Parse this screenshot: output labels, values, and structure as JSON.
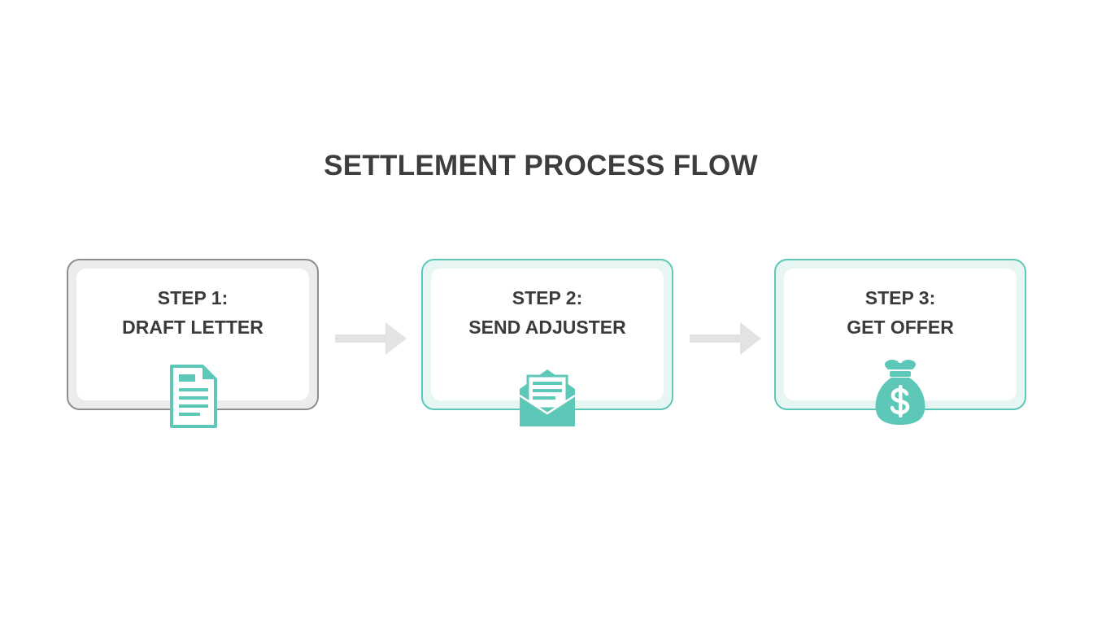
{
  "title": "SETTLEMENT PROCESS FLOW",
  "steps": [
    {
      "step": "STEP 1:",
      "label": "DRAFT LETTER",
      "icon": "document-icon"
    },
    {
      "step": "STEP 2:",
      "label": "SEND ADJUSTER",
      "icon": "envelope-icon"
    },
    {
      "step": "STEP 3:",
      "label": "GET OFFER",
      "icon": "money-bag-icon"
    }
  ],
  "colors": {
    "accent": "#5ec8b8",
    "neutral_border": "#8e8e8e",
    "arrow": "#e3e3e3",
    "text": "#3b3b3b"
  }
}
